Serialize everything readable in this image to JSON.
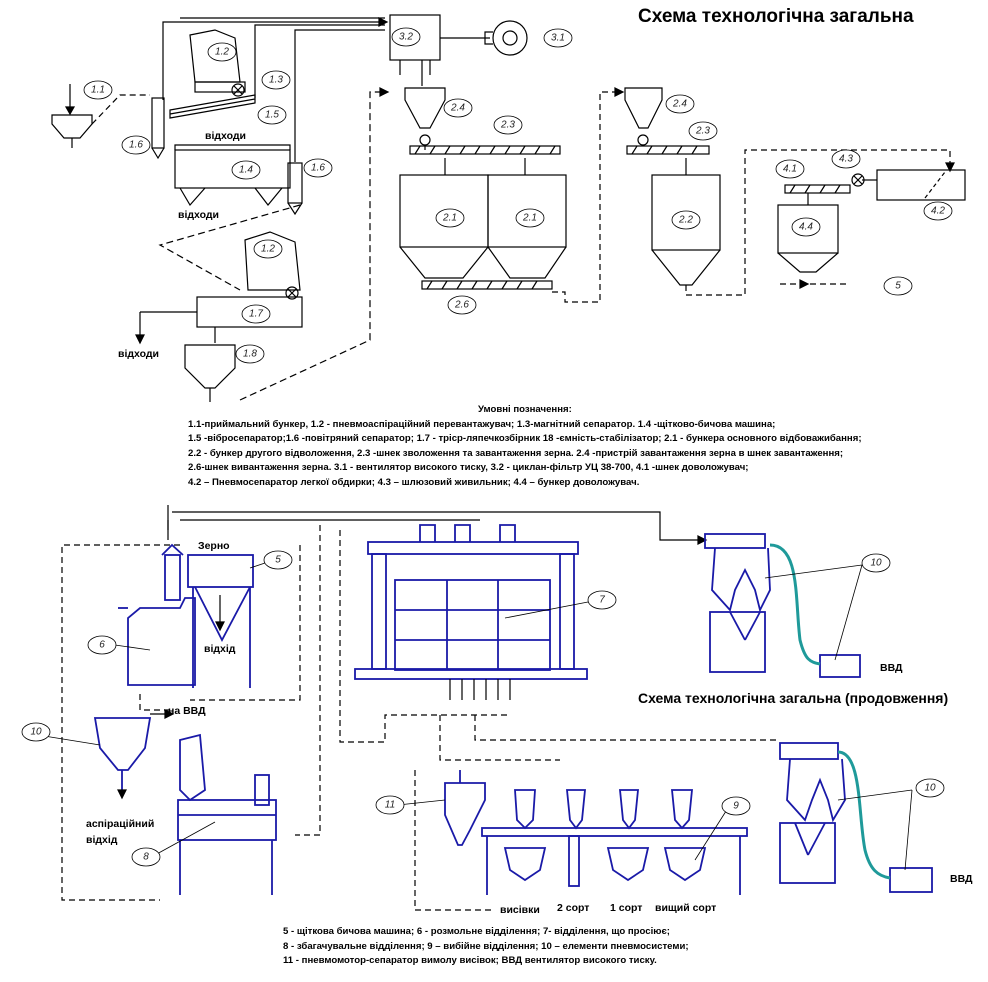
{
  "titles": {
    "main": "Схема технологічна загальна",
    "continuation": "Схема технологічна загальна (продовження)"
  },
  "legend_top": {
    "heading": "Умовні позначення:",
    "lines": [
      "1.1-приймальний бункер, 1.2 - пневмоаспіраційний перевантажувач; 1.3-магнітний сепаратор. 1.4 -щітково-бичова машина;",
      "1.5 -вібросепаратор;1.6 -повітряний сепаратор; 1.7 - тріср-ляпечкозбірник 18 -ємність-стабілізатор; 2.1 - бункера основного відбоважибання;",
      "2.2 - бункер другого відволоження, 2.3 -шнек зволоження та завантаження зерна. 2.4 -пристрій завантаження зерна в шнек завантаження;",
      "2.6-шнек вивантаження зерна. 3.1 - вентилятор високого тиску, 3.2 - циклан-фільтр УЦ 38-700, 4.1 -шнек доволожувач;",
      "4.2 – Пневмосепаратор легкої обдирки; 4.3 – шлюзовий живильник; 4.4 – бункер доволожувач."
    ]
  },
  "legend_bottom": {
    "lines": [
      "5 - щіткова бичова машина; 6 - розмольне відділення; 7- відділення, що просіює;",
      "8 - збагачувальне відділення; 9 – вибійне відділення; 10 – елементи пневмосистеми;",
      "11 - пневмомотор-сепаратор вимолу висівок; ВВД вентилятор високого тиску."
    ]
  },
  "labels": {
    "waste1": "відходи",
    "waste2": "відходи",
    "waste3": "відходи",
    "grain": "Зерно",
    "outlet": "відхід",
    "to_vvd": "на ВВД",
    "aspiration": "аспіраційний",
    "outlet2": "відхід",
    "vvd1": "ВВД",
    "vvd2": "ВВД",
    "bran": "висівки",
    "grade2": "2 сорт",
    "grade1": "1 сорт",
    "premium": "вищий сорт"
  },
  "codes": {
    "c11": "1.1",
    "c12a": "1.2",
    "c13": "1.3",
    "c14": "1.4",
    "c15": "1.5",
    "c16a": "1.6",
    "c16b": "1.6",
    "c12b": "1.2",
    "c17": "1.7",
    "c18": "1.8",
    "c32": "3.2",
    "c31": "3.1",
    "c24a": "2.4",
    "c23a": "2.3",
    "c21a": "2.1",
    "c21b": "2.1",
    "c26": "2.6",
    "c24b": "2.4",
    "c23b": "2.3",
    "c22": "2.2",
    "c41": "4.1",
    "c43": "4.3",
    "c42": "4.2",
    "c44": "4.4",
    "c5a": "5",
    "c5": "5",
    "c6": "6",
    "c7": "7",
    "c10a": "10",
    "c10b": "10",
    "c10c": "10",
    "c11b": "11",
    "c8": "8",
    "c9": "9"
  },
  "colors": {
    "line": "#000000",
    "equipment": "#1a1aa8",
    "pipe": "#1f9a9a"
  }
}
